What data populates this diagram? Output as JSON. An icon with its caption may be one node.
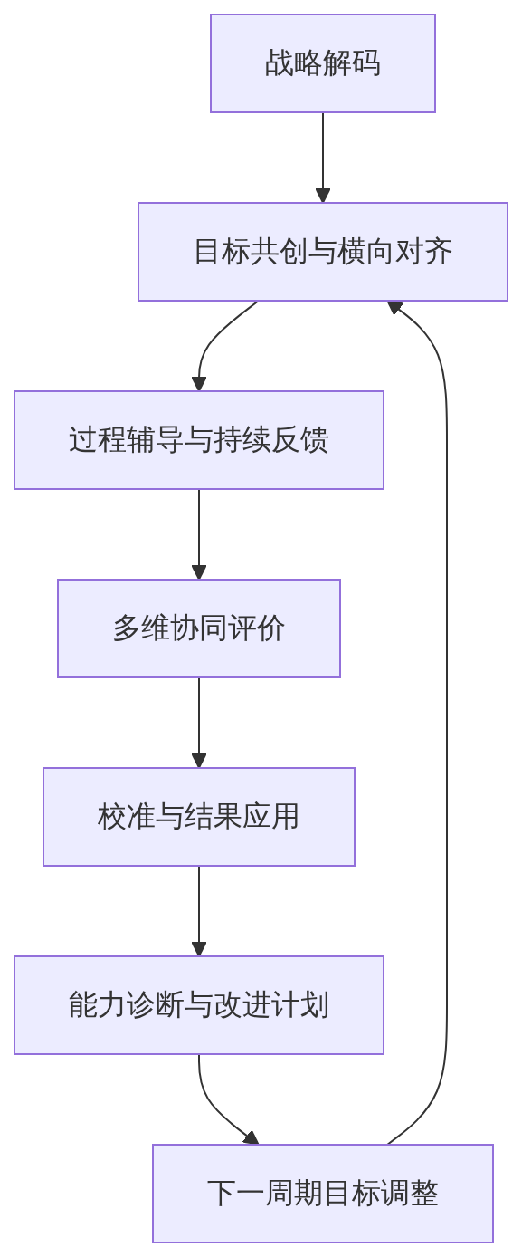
{
  "diagram": {
    "nodes": [
      {
        "text": [
          "战略解码"
        ]
      },
      {
        "text": [
          "目标共创与横向对齐"
        ]
      },
      {
        "text": [
          "过程辅导与持续反馈"
        ]
      },
      {
        "text": [
          "多维协同评价"
        ]
      },
      {
        "text": [
          "校准与结果应用"
        ]
      },
      {
        "text": [
          "能力诊断与改进计划"
        ]
      },
      {
        "text": [
          "下一周期目标调整"
        ]
      }
    ],
    "edges": [
      {
        "from": 0,
        "to": 1,
        "arrow": "to"
      },
      {
        "from": 1,
        "to": 2,
        "arrow": "to"
      },
      {
        "from": 2,
        "to": 3,
        "arrow": "to"
      },
      {
        "from": 3,
        "to": 4,
        "arrow": "to"
      },
      {
        "from": 4,
        "to": 5,
        "arrow": "to"
      },
      {
        "from": 5,
        "to": 6,
        "arrow": "to"
      },
      {
        "from": 6,
        "to": 1,
        "arrow": "to"
      }
    ]
  }
}
